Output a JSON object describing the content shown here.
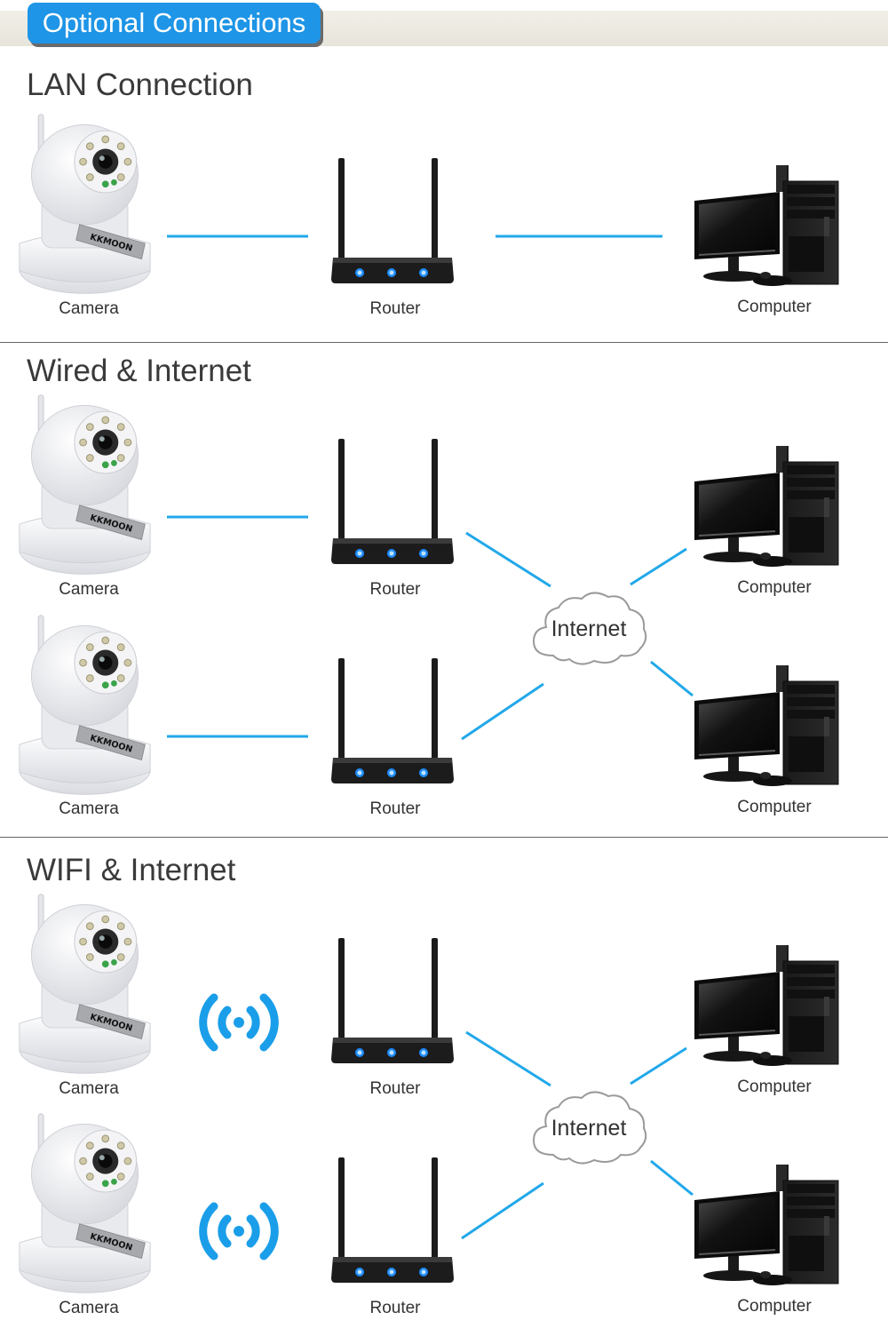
{
  "header": {
    "title": "Optional Connections"
  },
  "sections": [
    {
      "title": "LAN Connection",
      "rows": [
        {
          "camera": "Camera",
          "router": "Router",
          "computer": "Computer"
        }
      ]
    },
    {
      "title": "Wired & Internet",
      "internet_label": "Internet",
      "rows": [
        {
          "camera": "Camera",
          "router": "Router",
          "computer": "Computer"
        },
        {
          "camera": "Camera",
          "router": "Router",
          "computer": "Computer"
        }
      ]
    },
    {
      "title": "WIFI & Internet",
      "internet_label": "Internet",
      "rows": [
        {
          "camera": "Camera",
          "router": "Router",
          "computer": "Computer"
        },
        {
          "camera": "Camera",
          "router": "Router",
          "computer": "Computer"
        }
      ]
    }
  ],
  "device_brand": "KKMOON",
  "colors": {
    "accent": "#1e95e6",
    "link": "#22a8ea",
    "wifi": "#1a9ee9"
  },
  "icons": {
    "camera": "ip-camera-icon",
    "router": "router-icon",
    "computer": "computer-icon",
    "cloud": "cloud-icon",
    "wifi": "wifi-signal-icon"
  }
}
